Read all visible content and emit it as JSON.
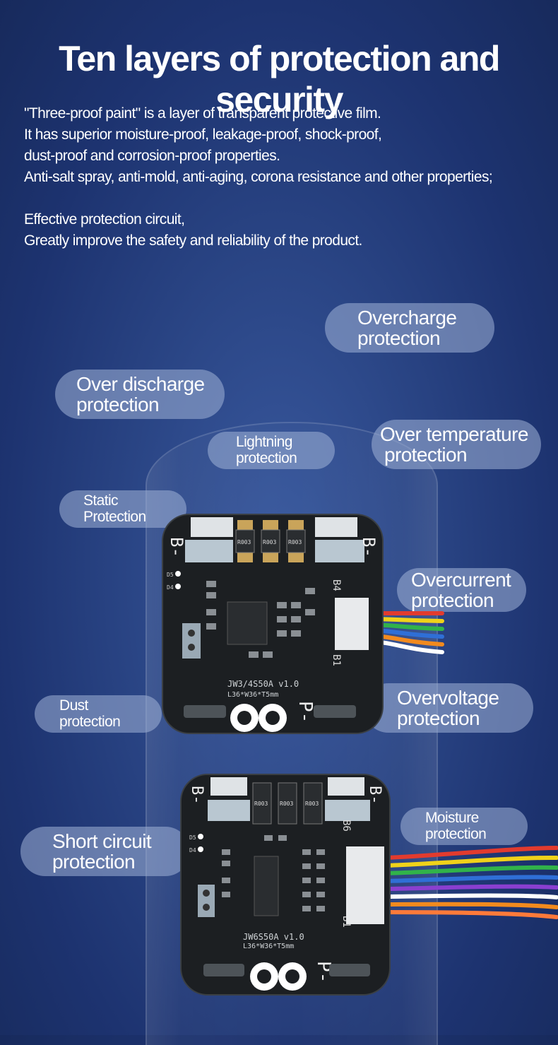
{
  "title": "Ten layers of protection and security",
  "intro": {
    "line1": "\"Three-proof paint\" is a layer of transparent protective film.",
    "line2": "It has superior moisture-proof, leakage-proof, shock-proof,",
    "line3": "dust-proof and corrosion-proof properties.",
    "line4": "Anti-salt spray, anti-mold, anti-aging, corona resistance and other properties;",
    "line5": "Effective protection circuit,",
    "line6": "Greatly improve the safety and reliability of the product."
  },
  "labels": {
    "overcharge": [
      "Overcharge",
      "protection"
    ],
    "over_discharge": [
      "Over discharge",
      "protection"
    ],
    "lightning": [
      "Lightning",
      "protection"
    ],
    "over_temperature": [
      "Over temperature",
      "protection"
    ],
    "static": [
      "Static",
      "Protection"
    ],
    "overcurrent": [
      "Overcurrent",
      "protection"
    ],
    "dust": [
      "Dust",
      "protection"
    ],
    "overvoltage": [
      "Overvoltage",
      "protection"
    ],
    "short_circuit": [
      "Short circuit",
      "protection"
    ],
    "moisture": [
      "Moisture",
      "protection"
    ]
  },
  "board1": {
    "model": "JW3/4S50A v1.0",
    "dims": "L36*W36*T5mm",
    "b_minus": "B-",
    "p_minus": "P-",
    "b4": "B4",
    "b1": "B1",
    "resistor": "R003",
    "d5": "D5",
    "d4": "D4",
    "wire_colors": [
      "#e23b2e",
      "#f0d21a",
      "#31b34a",
      "#2f6fd6",
      "#f28a1e",
      "#ffffff"
    ]
  },
  "board2": {
    "model": "JW6S50A v1.0",
    "dims": "L36*W36*T5mm",
    "b_minus": "B-",
    "p_minus": "P-",
    "b6": "B6",
    "b1": "B1",
    "resistor": "R003",
    "d5": "D5",
    "d4": "D4",
    "wire_colors": [
      "#e23b2e",
      "#f0d21a",
      "#31b34a",
      "#2f6fd6",
      "#8a3fd0",
      "#ffffff",
      "#f28a1e",
      "#ff7a3a"
    ]
  }
}
